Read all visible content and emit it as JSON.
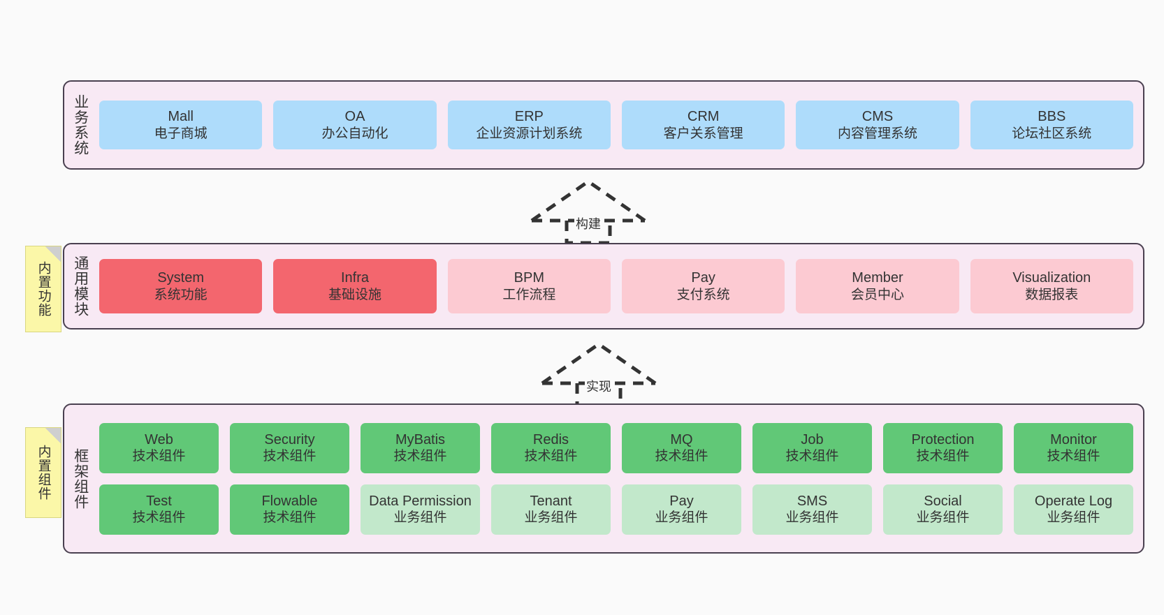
{
  "theme": {
    "background": "#fafafa",
    "band_fill": "#f8e9f4",
    "band_border": "#4a4050",
    "blue": "#aedcfb",
    "red": "#f3666e",
    "pink": "#fccad2",
    "green": "#61c877",
    "light_green": "#c2e8cb",
    "note_yellow": "#fbf7a8",
    "text": "#333333"
  },
  "layers": [
    {
      "id": "business",
      "title": "业务系统",
      "rows": [
        [
          {
            "en": "Mall",
            "cn": "电子商城",
            "color": "blue"
          },
          {
            "en": "OA",
            "cn": "办公自动化",
            "color": "blue"
          },
          {
            "en": "ERP",
            "cn": "企业资源计划系统",
            "color": "blue"
          },
          {
            "en": "CRM",
            "cn": "客户关系管理",
            "color": "blue"
          },
          {
            "en": "CMS",
            "cn": "内容管理系统",
            "color": "blue"
          },
          {
            "en": "BBS",
            "cn": "论坛社区系统",
            "color": "blue"
          }
        ]
      ]
    },
    {
      "id": "common",
      "title": "通用模块",
      "rows": [
        [
          {
            "en": "System",
            "cn": "系统功能",
            "color": "red"
          },
          {
            "en": "Infra",
            "cn": "基础设施",
            "color": "red"
          },
          {
            "en": "BPM",
            "cn": "工作流程",
            "color": "pink"
          },
          {
            "en": "Pay",
            "cn": "支付系统",
            "color": "pink"
          },
          {
            "en": "Member",
            "cn": "会员中心",
            "color": "pink"
          },
          {
            "en": "Visualization",
            "cn": "数据报表",
            "color": "pink"
          }
        ]
      ]
    },
    {
      "id": "frame",
      "title": "框架组件",
      "rows": [
        [
          {
            "en": "Web",
            "cn": "技术组件",
            "color": "green"
          },
          {
            "en": "Security",
            "cn": "技术组件",
            "color": "green"
          },
          {
            "en": "MyBatis",
            "cn": "技术组件",
            "color": "green"
          },
          {
            "en": "Redis",
            "cn": "技术组件",
            "color": "green"
          },
          {
            "en": "MQ",
            "cn": "技术组件",
            "color": "green"
          },
          {
            "en": "Job",
            "cn": "技术组件",
            "color": "green"
          },
          {
            "en": "Protection",
            "cn": "技术组件",
            "color": "green"
          },
          {
            "en": "Monitor",
            "cn": "技术组件",
            "color": "green"
          }
        ],
        [
          {
            "en": "Test",
            "cn": "技术组件",
            "color": "green"
          },
          {
            "en": "Flowable",
            "cn": "技术组件",
            "color": "green"
          },
          {
            "en": "Data Permission",
            "cn": "业务组件",
            "color": "light_green"
          },
          {
            "en": "Tenant",
            "cn": "业务组件",
            "color": "light_green"
          },
          {
            "en": "Pay",
            "cn": "业务组件",
            "color": "light_green"
          },
          {
            "en": "SMS",
            "cn": "业务组件",
            "color": "light_green"
          },
          {
            "en": "Social",
            "cn": "业务组件",
            "color": "light_green"
          },
          {
            "en": "Operate Log",
            "cn": "业务组件",
            "color": "light_green"
          }
        ]
      ]
    }
  ],
  "notes": [
    {
      "id": "functions",
      "text": "内置功能"
    },
    {
      "id": "components",
      "text": "内置组件"
    }
  ],
  "arrows": [
    {
      "id": "build",
      "label": "构建"
    },
    {
      "id": "implement",
      "label": "实现"
    }
  ]
}
